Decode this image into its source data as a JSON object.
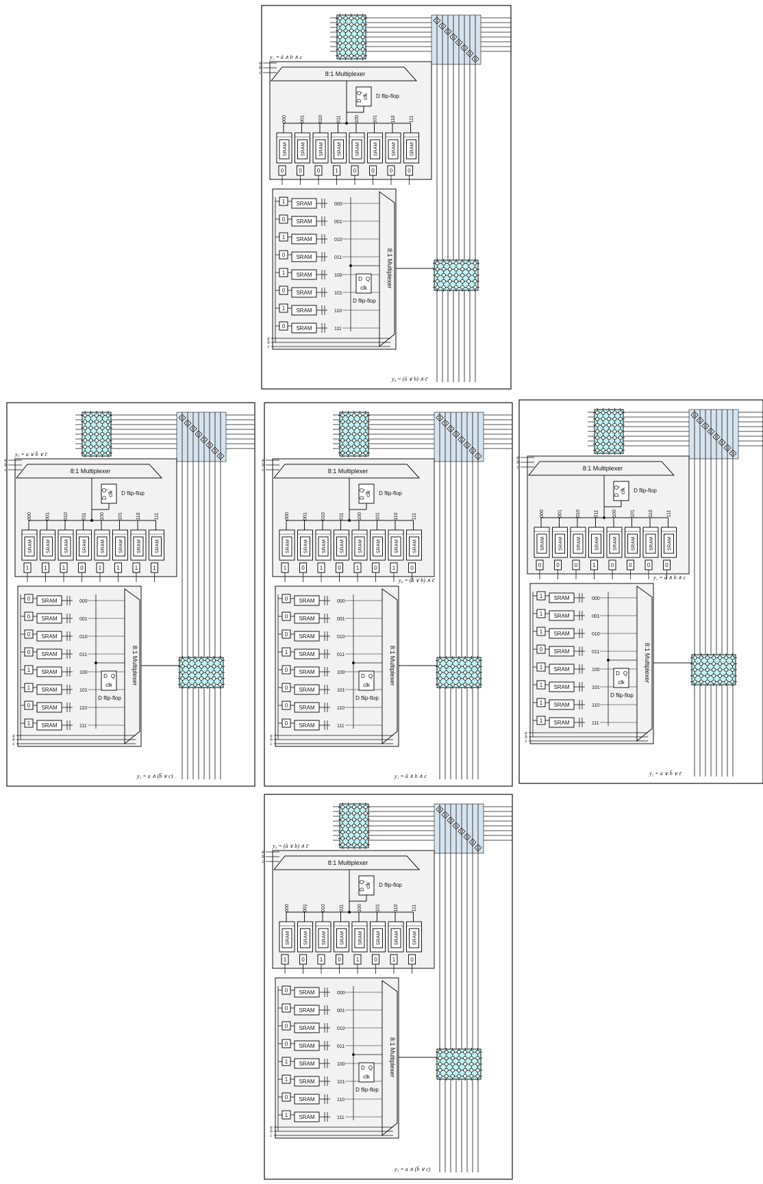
{
  "labels": {
    "mux": "8:1 Multiplexer",
    "dff": "D flip-flop",
    "sram": "SRAM",
    "clk": "clk",
    "d": "D",
    "q": "Q",
    "in_a": "a",
    "in_b": "b",
    "in_c": "c"
  },
  "addresses": [
    "000",
    "001",
    "010",
    "011",
    "100",
    "101",
    "110",
    "111"
  ],
  "cells": [
    {
      "id": "top",
      "top_equation": "y₁ = ā ∧ b ∧ c",
      "top_bits": [
        "0",
        "0",
        "0",
        "1",
        "0",
        "0",
        "0",
        "0"
      ],
      "bottom_equation": "y₄ = (ā ∨ b) ∧ c̄",
      "bottom_bits": [
        "1",
        "0",
        "1",
        "0",
        "1",
        "0",
        "1",
        "0"
      ]
    },
    {
      "id": "left",
      "top_equation": "y₂ = a ∨ b̄ ∨ c̄",
      "top_bits": [
        "1",
        "1",
        "1",
        "0",
        "1",
        "1",
        "1",
        "1"
      ],
      "bottom_equation": "y₃ = a ∧ (b̄ ∨ c)",
      "bottom_bits": [
        "0",
        "0",
        "0",
        "0",
        "1",
        "1",
        "0",
        "1"
      ]
    },
    {
      "id": "center",
      "top_equation": "",
      "top_bits": [
        "1",
        "0",
        "1",
        "0",
        "1",
        "0",
        "1",
        "0"
      ],
      "bottom_equation": "y₁ = ā ∧ b ∧ c",
      "bottom_bits": [
        "0",
        "0",
        "0",
        "1",
        "0",
        "0",
        "0",
        "0"
      ],
      "mid_equation": "y₄ = (ā ∨ b) ∧ c̄"
    },
    {
      "id": "right",
      "top_equation": "",
      "top_bits": [
        "0",
        "0",
        "0",
        "1",
        "0",
        "0",
        "0",
        "0"
      ],
      "mid_equation": "y₁ = ā ∧ b ∧ c",
      "bottom_equation": "y₂ = a ∨ b̄ ∨ c̄",
      "bottom_bits": [
        "1",
        "1",
        "1",
        "0",
        "1",
        "1",
        "1",
        "1"
      ]
    },
    {
      "id": "bottom",
      "top_equation": "y₄ = (ā ∨ b) ∧ c̄",
      "top_bits": [
        "1",
        "0",
        "1",
        "0",
        "1",
        "0",
        "1",
        "0"
      ],
      "bottom_equation": "y₃ = a ∧ (b̄ ∨ c)",
      "bottom_bits": [
        "0",
        "0",
        "0",
        "0",
        "1",
        "1",
        "0",
        "1"
      ]
    }
  ],
  "colors": {
    "crossbar_fill": "#bff3f3",
    "switchbox_fill": "#d6e4f0",
    "block_fill": "#f2f2f2",
    "line": "#111111"
  }
}
